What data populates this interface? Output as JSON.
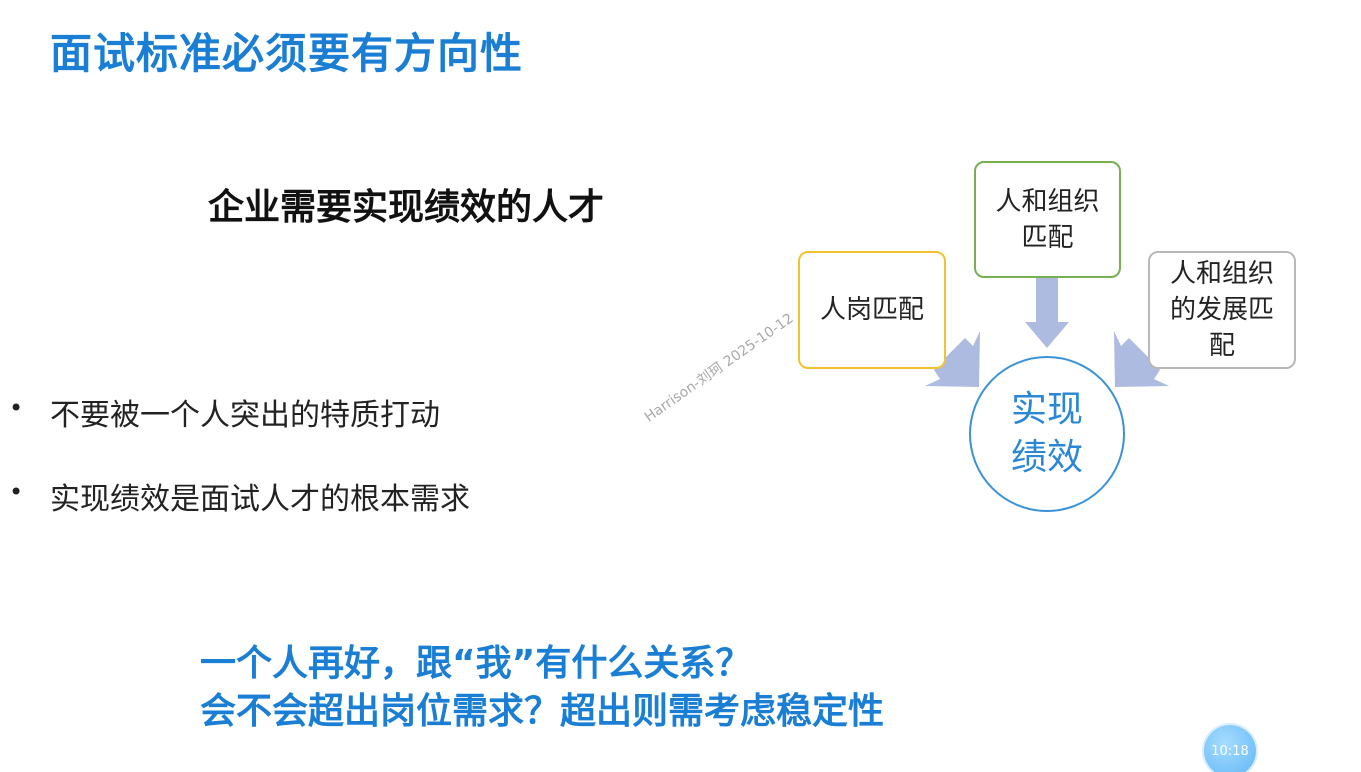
{
  "title": "面试标准必须要有方向性",
  "subtitle": "企业需要实现绩效的人才",
  "bullets": [
    "不要被一个人突出的特质打动",
    "实现绩效是面试人才的根本需求"
  ],
  "conclusion": {
    "line1": "一个人再好，跟“我”有什么关系？",
    "line2": "会不会超出岗位需求？超出则需考虑稳定性"
  },
  "diagram": {
    "box_job_fit": "人岗匹配",
    "box_org_fit": [
      "人和组织",
      "匹配"
    ],
    "box_dev_fit": [
      "人和组织",
      "的发展匹",
      "配"
    ],
    "center": [
      "实现",
      "绩效"
    ],
    "colors": {
      "job_fit_border": "#f2c230",
      "org_fit_border": "#77b053",
      "dev_fit_border": "#b8b8b8",
      "center_border": "#3a93d8",
      "arrow": "#aebbe0"
    }
  },
  "watermark": "Harrison-刘珂 2025-10-12",
  "timer": "10:18",
  "colors": {
    "accent": "#1a7fd4"
  }
}
